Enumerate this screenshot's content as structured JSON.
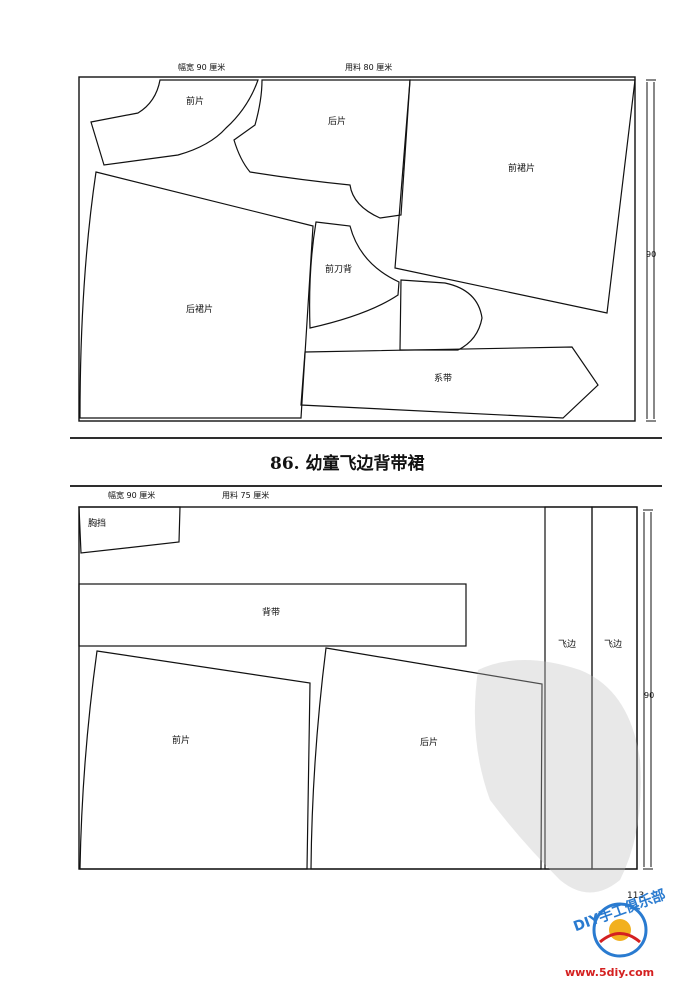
{
  "layout1": {
    "width_label": "幅宽 90 厘米",
    "fabric_label": "用料 80 厘米",
    "height_dim": "90",
    "pieces": {
      "front": "前片",
      "back": "后片",
      "front_skirt": "前裙片",
      "back_skirt": "后裙片",
      "front_side": "前刀背",
      "tie": "系带"
    }
  },
  "title": "86. 幼童飞边背带裙",
  "layout2": {
    "width_label": "幅宽 90 厘米",
    "fabric_label": "用料 75 厘米",
    "height_dim": "90",
    "pieces": {
      "bib": "胸挡",
      "strap": "背带",
      "ruffle_1": "飞边",
      "ruffle_2": "飞边",
      "front": "前片",
      "back": "后片"
    }
  },
  "page_number": "113",
  "watermark": {
    "club": "DIY手工俱乐部",
    "url": "www.5diy.com",
    "accent": "#2a7bd0",
    "url_color": "#d42020"
  }
}
